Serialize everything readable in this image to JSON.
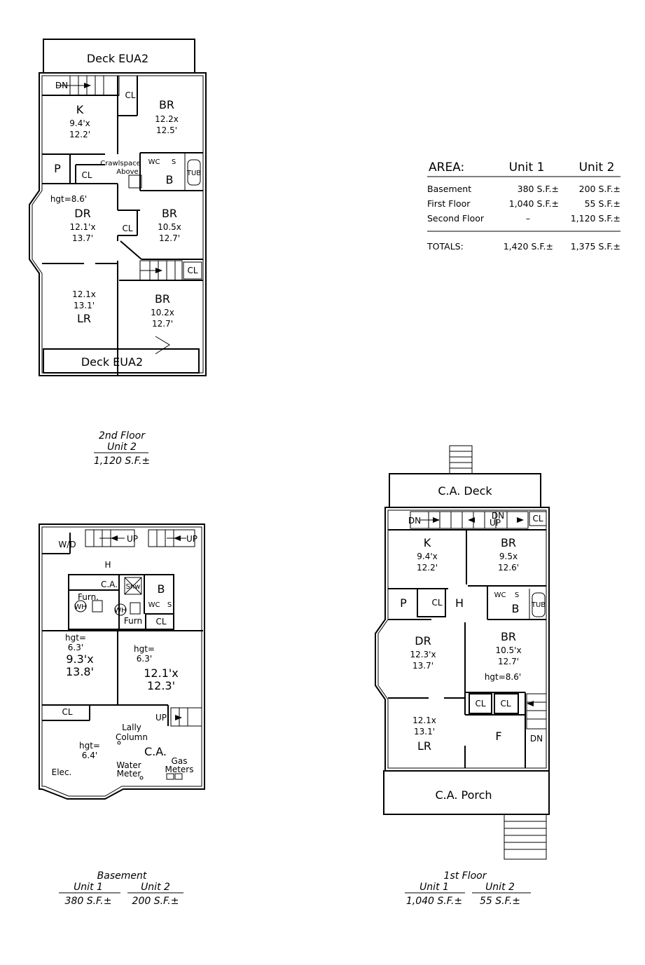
{
  "area_table": {
    "header": {
      "label": "AREA:",
      "col1": "Unit 1",
      "col2": "Unit 2"
    },
    "rows": [
      {
        "label": "Basement",
        "unit1": "380 S.F.±",
        "unit2": "200 S.F.±"
      },
      {
        "label": "First Floor",
        "unit1": "1,040 S.F.±",
        "unit2": "55 S.F.±"
      },
      {
        "label": "Second Floor",
        "unit1": "–",
        "unit2": "1,120 S.F.±"
      }
    ],
    "totals": {
      "label": "TOTALS:",
      "unit1": "1,420 S.F.±",
      "unit2": "1,375 S.F.±"
    }
  },
  "second_floor": {
    "caption": {
      "title": "2nd Floor",
      "unit": "Unit 2",
      "area": "1,120 S.F.±"
    },
    "labels": {
      "deck_top": "Deck EUA2",
      "deck_bottom": "Deck EUA2",
      "dn": "DN",
      "cl": "CL",
      "br": "BR",
      "k": "K",
      "k_dims": [
        "9.4'x",
        "12.2'"
      ],
      "br1_dims": [
        "12.2x",
        "12.5'"
      ],
      "p": "P",
      "crawlspace": [
        "Crawlspace",
        "Above"
      ],
      "wc": "WC",
      "s": "S",
      "b": "B",
      "tub": "TUB",
      "hgt": "hgt=8.6'",
      "dr": "DR",
      "dr_dims": [
        "12.1'x",
        "13.7'"
      ],
      "br2_dims": [
        "10.5x",
        "12.7'"
      ],
      "lr_dims": [
        "12.1x",
        "13.1'"
      ],
      "lr": "LR",
      "br3_dims": [
        "10.2x",
        "12.7'"
      ]
    }
  },
  "basement": {
    "caption": {
      "title": "Basement",
      "unit1": "Unit 1",
      "unit2": "Unit 2",
      "area1": "380 S.F.±",
      "area2": "200 S.F.±"
    },
    "labels": {
      "wd": "W/D",
      "up": "UP",
      "h": "H",
      "ca": "C.A.",
      "shw": "Shw",
      "b": "B",
      "furn": "Furn.",
      "furn2": "Furn",
      "wh": "WH",
      "wc": "WC",
      "s": "S",
      "cl": "CL",
      "hgt_label": "hgt=",
      "hgt_63": "6.3'",
      "hgt_64": "6.4'",
      "room1_dims": [
        "9.3'x",
        "13.8'"
      ],
      "room2_dims": [
        "12.1'x",
        "12.3'"
      ],
      "lally": [
        "Lally",
        "Column"
      ],
      "water": [
        "Water",
        "Meter"
      ],
      "gas": [
        "Gas",
        "Meters"
      ],
      "elec": "Elec."
    }
  },
  "first_floor": {
    "caption": {
      "title": "1st Floor",
      "unit1": "Unit 1",
      "unit2": "Unit 2",
      "area1": "1,040 S.F.±",
      "area2": "55 S.F.±"
    },
    "labels": {
      "ca_deck": "C.A.   Deck",
      "dn": "DN",
      "up": "UP",
      "cl": "CL",
      "k": "K",
      "k_dims": [
        "9.4'x",
        "12.2'"
      ],
      "br": "BR",
      "br1_dims": [
        "9.5x",
        "12.6'"
      ],
      "p": "P",
      "h": "H",
      "wc": "WC",
      "s": "S",
      "b": "B",
      "tub": "TUB",
      "dr": "DR",
      "dr_dims": [
        "12.3'x",
        "13.7'"
      ],
      "br2_dims": [
        "10.5'x",
        "12.7'"
      ],
      "hgt": "hgt=8.6'",
      "lr_dims": [
        "12.1x",
        "13.1'"
      ],
      "lr": "LR",
      "f": "F",
      "ca_porch": "C.A.   Porch"
    }
  }
}
